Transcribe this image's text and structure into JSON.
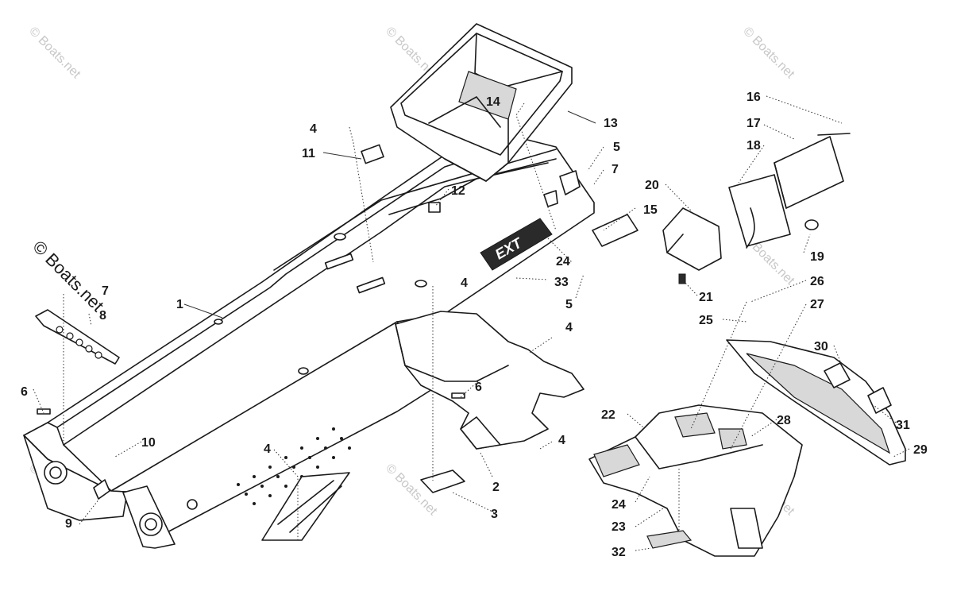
{
  "watermark": {
    "text": "© Boats.net"
  },
  "emblem_text": "EXT",
  "callouts": [
    {
      "id": "c1",
      "label": "1"
    },
    {
      "id": "c2",
      "label": "2"
    },
    {
      "id": "c3",
      "label": "3"
    },
    {
      "id": "c4a",
      "label": "4"
    },
    {
      "id": "c4b",
      "label": "4"
    },
    {
      "id": "c4c",
      "label": "4"
    },
    {
      "id": "c4d",
      "label": "4"
    },
    {
      "id": "c4e",
      "label": "4"
    },
    {
      "id": "c5a",
      "label": "5"
    },
    {
      "id": "c5b",
      "label": "5"
    },
    {
      "id": "c6a",
      "label": "6"
    },
    {
      "id": "c6b",
      "label": "6"
    },
    {
      "id": "c7a",
      "label": "7"
    },
    {
      "id": "c7b",
      "label": "7"
    },
    {
      "id": "c8",
      "label": "8"
    },
    {
      "id": "c9",
      "label": "9"
    },
    {
      "id": "c10",
      "label": "10"
    },
    {
      "id": "c11",
      "label": "11"
    },
    {
      "id": "c12",
      "label": "12"
    },
    {
      "id": "c13",
      "label": "13"
    },
    {
      "id": "c14",
      "label": "14"
    },
    {
      "id": "c15",
      "label": "15"
    },
    {
      "id": "c16",
      "label": "16"
    },
    {
      "id": "c17",
      "label": "17"
    },
    {
      "id": "c18",
      "label": "18"
    },
    {
      "id": "c19",
      "label": "19"
    },
    {
      "id": "c20",
      "label": "20"
    },
    {
      "id": "c21",
      "label": "21"
    },
    {
      "id": "c22",
      "label": "22"
    },
    {
      "id": "c23",
      "label": "23"
    },
    {
      "id": "c24a",
      "label": "24"
    },
    {
      "id": "c24b",
      "label": "24"
    },
    {
      "id": "c25",
      "label": "25"
    },
    {
      "id": "c26",
      "label": "26"
    },
    {
      "id": "c27",
      "label": "27"
    },
    {
      "id": "c28",
      "label": "28"
    },
    {
      "id": "c29",
      "label": "29"
    },
    {
      "id": "c30",
      "label": "30"
    },
    {
      "id": "c31",
      "label": "31"
    },
    {
      "id": "c32",
      "label": "32"
    },
    {
      "id": "c33",
      "label": "33"
    }
  ]
}
